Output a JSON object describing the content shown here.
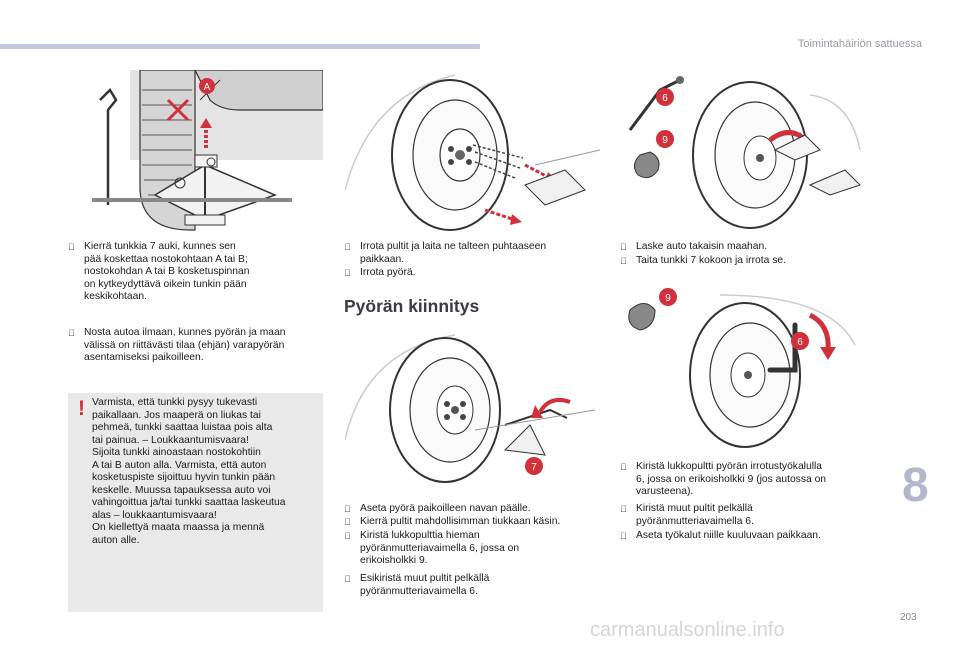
{
  "header": {
    "section_title": "Toimintahäiriön sattuessa"
  },
  "colors": {
    "accent_red": "#d1313a",
    "bar": "#c4c8de",
    "panel": "#e9e9e9"
  },
  "icons": {
    "bullet": "square-bullet-icon",
    "warning": "exclamation-icon"
  },
  "figures": {
    "jack": {
      "label_a": "A"
    },
    "wheel_removal": {},
    "wheel_lower": {
      "label_6": "6",
      "label_9": "9"
    },
    "wheel_fit": {
      "label_7": "7"
    },
    "wheel_tighten": {
      "label_9": "9",
      "label_6": "6"
    }
  },
  "col1": {
    "bullet1": [
      "Kierrä tunkkia 7 auki, kunnes sen",
      "pää koskettaa nostokohtaan A tai B;",
      "nostokohdan A tai B kosketuspinnan",
      "on kytkeydyttävä oikein tunkin pään",
      "keskikohtaan."
    ],
    "bullet2": [
      "Nosta autoa ilmaan, kunnes pyörän ja maan",
      "välissä on riittävästi tilaa (ehjän) varapyörän",
      "asentamiseksi paikoilleen."
    ],
    "warning": [
      "Varmista, että tunkki pysyy tukevasti",
      "paikallaan. Jos maaperä on liukas tai",
      "pehmeä, tunkki saattaa luistaa pois alta",
      "tai painua. – Loukkaantumisvaara!",
      "Sijoita tunkki ainoastaan nostokohtiin",
      "A tai B auton alla. Varmista, että auton",
      "kosketuspiste sijoittuu hyvin tunkin pään",
      "keskelle. Muussa tapauksessa auto voi",
      "vahingoittua ja/tai tunkki saattaa laskeutua",
      "alas – loukkaantumisvaara!",
      "On kiellettyä maata maassa ja mennä",
      "auton alle."
    ]
  },
  "col2": {
    "bullet1": [
      "Irrota pultit ja laita ne talteen puhtaaseen",
      "paikkaan."
    ],
    "bullet2": [
      "Irrota pyörä."
    ],
    "heading": "Pyörän kiinnitys",
    "bullet3": [
      "Aseta pyörä paikoilleen navan päälle."
    ],
    "bullet4": [
      "Kierrä pultit mahdollisimman tiukkaan käsin."
    ],
    "bullet5": [
      "Kiristä lukkopulttia hieman",
      "pyöränmutteriavaimella 6, jossa on",
      "erikoisholkki 9."
    ],
    "bullet6": [
      "Esikiristä muut pultit pelkällä",
      "pyöränmutteriavaimella 6."
    ]
  },
  "col3": {
    "bullet1": [
      "Laske auto takaisin maahan."
    ],
    "bullet2": [
      "Taita tunkki 7 kokoon ja irrota se."
    ],
    "bullet3": [
      "Kiristä lukkopultti pyörän irrotustyökalulla",
      "6, jossa on erikoisholkki 9 (jos autossa on",
      "varusteena)."
    ],
    "bullet4": [
      "Kiristä muut pultit pelkällä",
      "pyöränmutteriavaimella 6."
    ],
    "bullet5": [
      "Aseta työkalut niille kuuluvaan paikkaan."
    ]
  },
  "chapter_number": "8",
  "page_number": "203",
  "watermark": "carmanualsonline.info"
}
